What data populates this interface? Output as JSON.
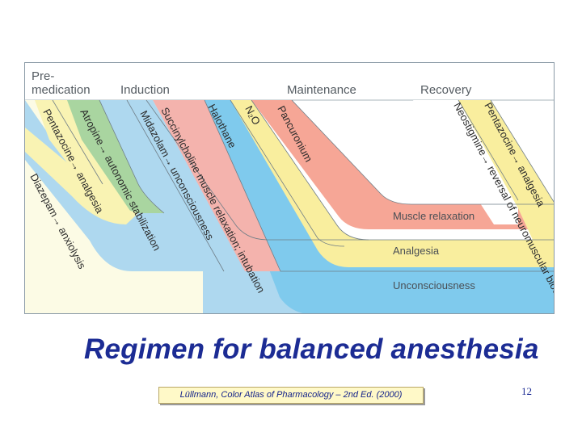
{
  "figure": {
    "phases": {
      "premedication": "Pre-\nmedication",
      "induction": "Induction",
      "maintenance": "Maintenance",
      "recovery": "Recovery"
    },
    "bands": [
      {
        "label": "Atropine→ autonomic stabilization",
        "color": "#a9d5a0"
      },
      {
        "label": "Pentazocine→ analgesia",
        "color": "#f9f3b3"
      },
      {
        "label": "Diazepam→ anxiolysis",
        "color": "#fcfbe5"
      },
      {
        "label": "Midazolam→ unconsciousness",
        "color": "#aed8ef"
      },
      {
        "label": "Succinylcholine muscle relaxation; intubation",
        "color": "#f4b3ad"
      },
      {
        "label": "Halothane",
        "color": "#7fcaed"
      },
      {
        "label": "N₂O",
        "color": "#f9ee9e"
      },
      {
        "label": "Pancuronium",
        "color": "#f6a696"
      },
      {
        "label": "Neostigmine→ reversal of neuromuscular block",
        "color": "#ffffff"
      },
      {
        "label": "Pentazocine→ analgesia",
        "color": "#f9ee9e"
      }
    ],
    "effects": {
      "muscle_relaxation": "Muscle relaxation",
      "analgesia": "Analgesia",
      "unconsciousness": "Unconsciousness"
    }
  },
  "title": "Regimen for balanced anesthesia",
  "citation": "Lüllmann, Color Atlas of Pharmacology – 2nd Ed. (2000)",
  "page_number": "12"
}
